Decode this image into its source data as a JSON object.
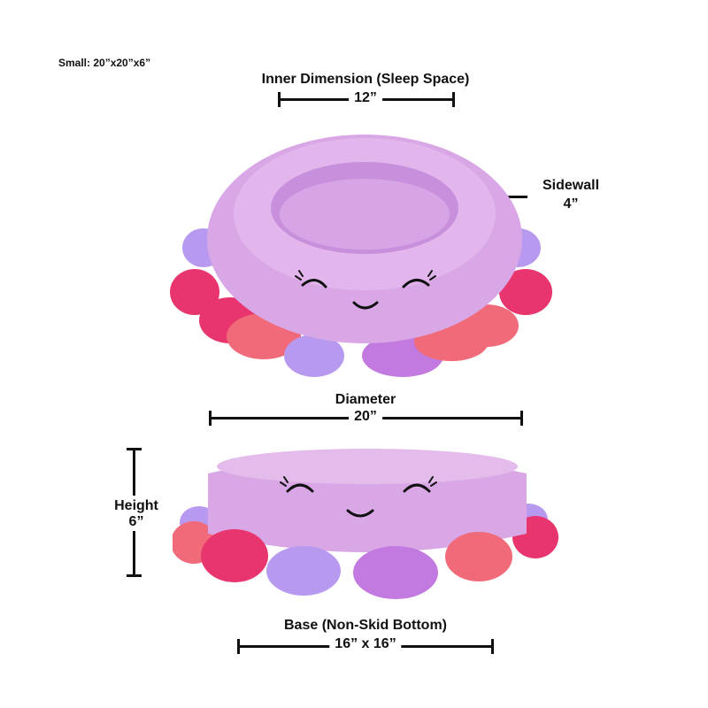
{
  "size_note": "Small: 20”x20”x6”",
  "inner": {
    "label": "Inner Dimension (Sleep Space)",
    "value": "12”"
  },
  "sidewall": {
    "label": "Sidewall",
    "value": "4”"
  },
  "diameter": {
    "label": "Diameter",
    "value": "20”"
  },
  "height": {
    "label": "Height",
    "value": "6”"
  },
  "base": {
    "label": "Base (Non-Skid Bottom)",
    "value": "16” x 16”"
  },
  "colors": {
    "bed_body": "#d9a6e6",
    "bed_inner": "#c88fdc",
    "petal_lavender": "#b79af0",
    "petal_pink": "#e8356e",
    "petal_coral": "#f06a7a",
    "ink": "#111111"
  },
  "icons": {
    "top_product": "octopus-pet-bed-top-view",
    "side_product": "octopus-pet-bed-side-view"
  }
}
